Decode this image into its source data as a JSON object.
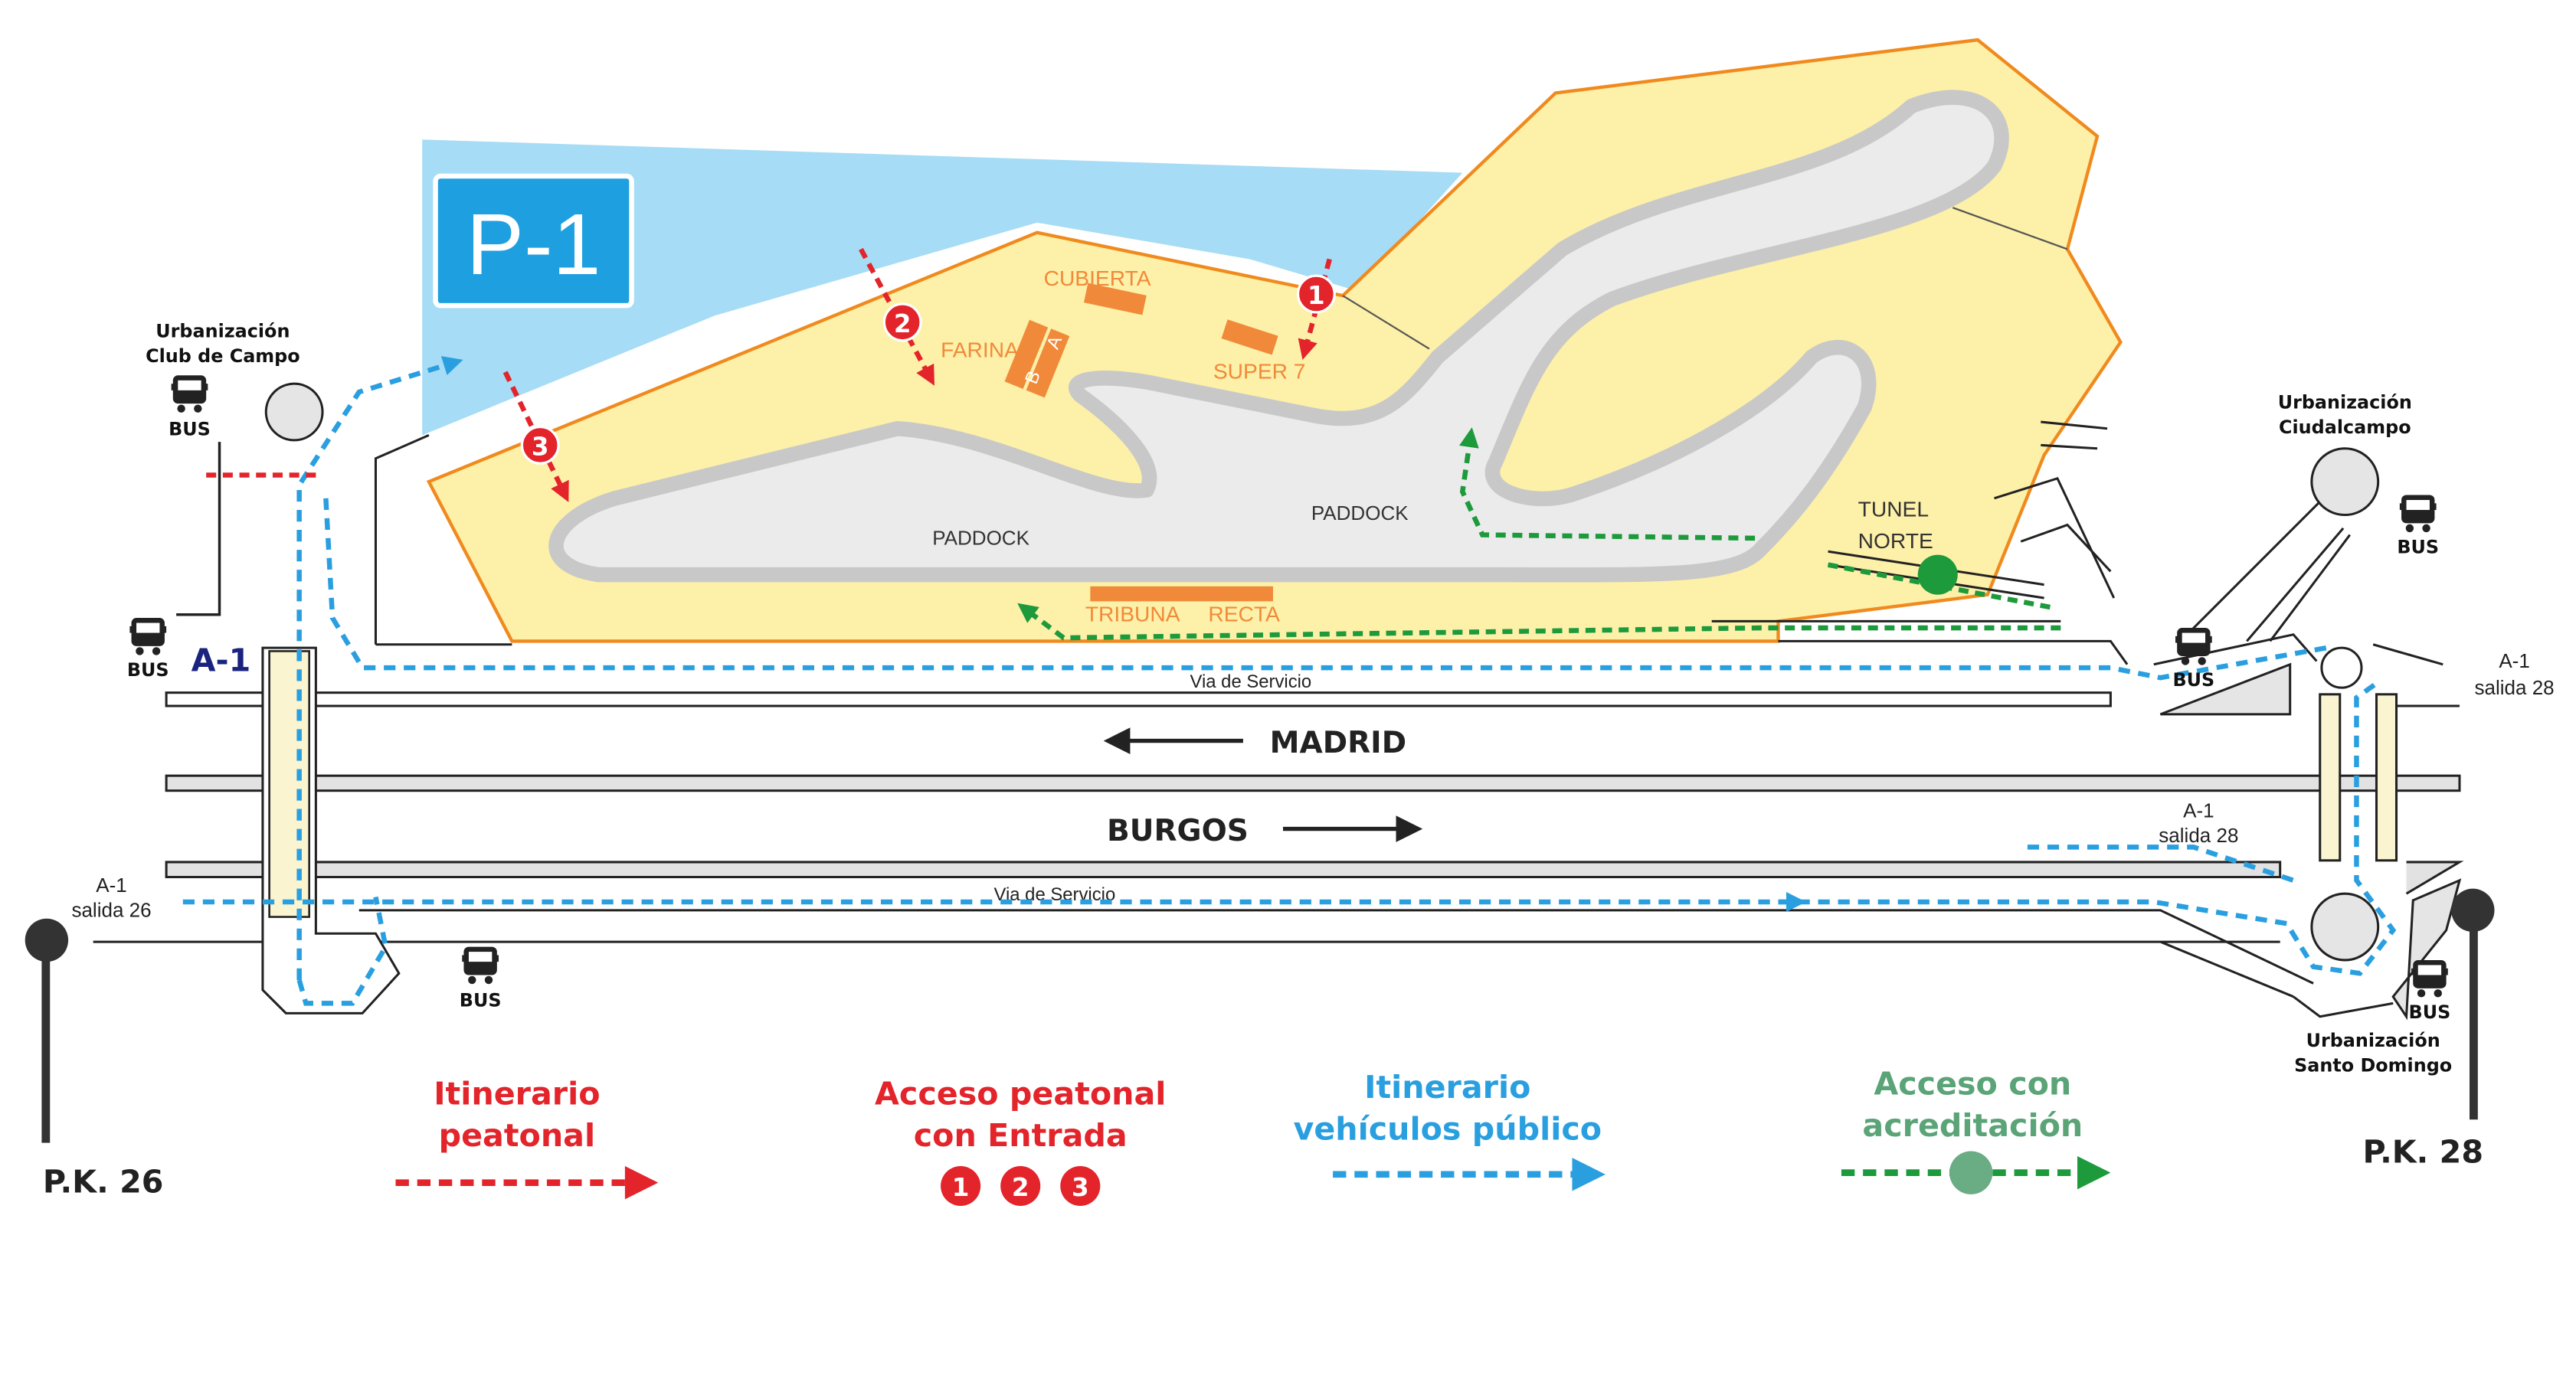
{
  "colors": {
    "venue_fill": "#fdf0a8",
    "venue_border": "#f08a1e",
    "parking_fill": "#a6dcf5",
    "parking_sign": "#1ea0e0",
    "track": "#c8c8c8",
    "pedestrian": "#e3242b",
    "vehicle": "#2a9fe0",
    "accreditation": "#1d9a3b",
    "accreditation_dot": "#6aac84",
    "building": "#f08a3a"
  },
  "parking": {
    "label": "P-1"
  },
  "venue": {
    "cubierta": "CUBIERTA",
    "farina": "FARINA",
    "stand_b": "B",
    "stand_a": "A",
    "super7": "SUPER 7",
    "paddock_left": "PADDOCK",
    "paddock_right": "PADDOCK",
    "tribuna": "TRIBUNA",
    "recta": "RECTA",
    "tunel_line1": "TUNEL",
    "tunel_line2": "NORTE"
  },
  "access_points": [
    "1",
    "2",
    "3"
  ],
  "places": {
    "club_campo_line1": "Urbanización",
    "club_campo_line2": "Club de Campo",
    "ciudalcampo_line1": "Urbanización",
    "ciudalcampo_line2": "Ciudalcampo",
    "santo_domingo_line1": "Urbanización",
    "santo_domingo_line2": "Santo Domingo"
  },
  "bus_label": "BUS",
  "roads": {
    "a1": "A-1",
    "via_servicio_top": "Via de Servicio",
    "via_servicio_bottom": "Via de Servicio",
    "madrid": "MADRID",
    "burgos": "BURGOS",
    "exit_26_line1": "A-1",
    "exit_26_line2": "salida 26",
    "exit_28_right_line1": "A-1",
    "exit_28_right_line2": "salida 28",
    "exit_28_mid_line1": "A-1",
    "exit_28_mid_line2": "salida 28"
  },
  "markers": {
    "pk26": "P.K. 26",
    "pk28": "P.K. 28"
  },
  "legend": {
    "pedestrian_line1": "Itinerario",
    "pedestrian_line2": "peatonal",
    "access_line1": "Acceso peatonal",
    "access_line2": "con Entrada",
    "access_numbers": [
      "1",
      "2",
      "3"
    ],
    "vehicle_line1": "Itinerario",
    "vehicle_line2": "vehículos público",
    "accreditation_line1": "Acceso con",
    "accreditation_line2": "acreditación"
  }
}
